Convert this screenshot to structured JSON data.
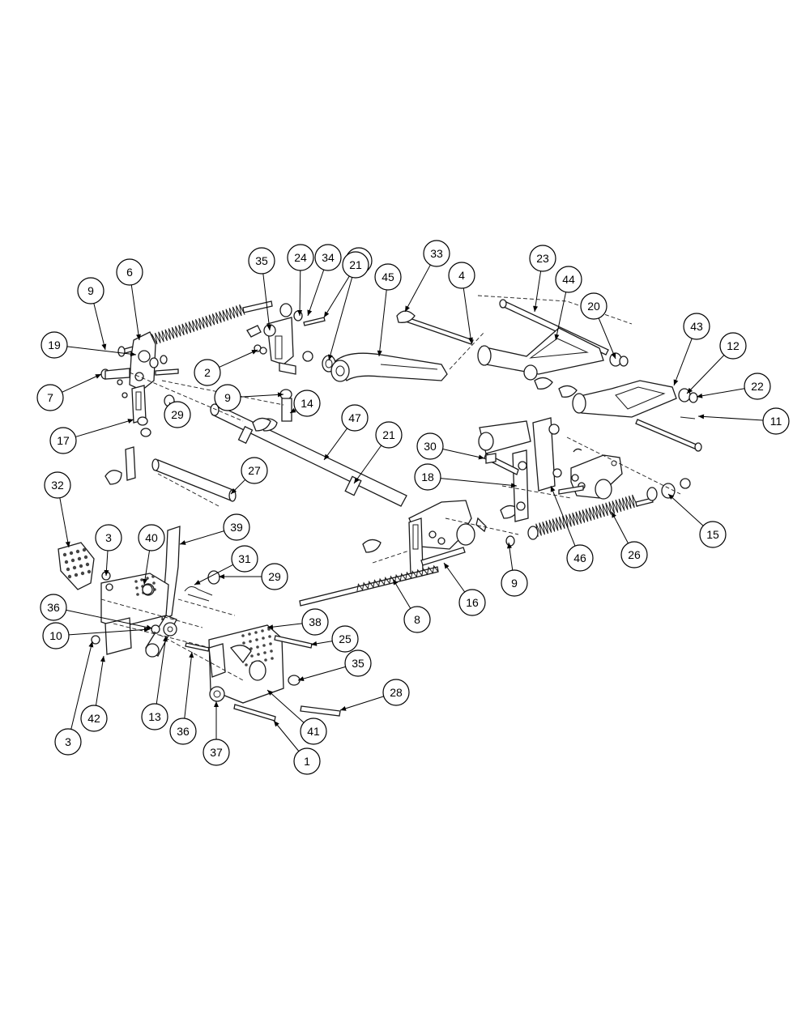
{
  "callouts": [
    {
      "label": "1"
    },
    {
      "label": "2"
    },
    {
      "label": "3"
    },
    {
      "label": "3"
    },
    {
      "label": "4"
    },
    {
      "label": "5"
    },
    {
      "label": "6"
    },
    {
      "label": "7"
    },
    {
      "label": "8"
    },
    {
      "label": "9"
    },
    {
      "label": "9"
    },
    {
      "label": "9"
    },
    {
      "label": "10"
    },
    {
      "label": "11"
    },
    {
      "label": "12"
    },
    {
      "label": "13"
    },
    {
      "label": "14"
    },
    {
      "label": "15"
    },
    {
      "label": "16"
    },
    {
      "label": "17"
    },
    {
      "label": "18"
    },
    {
      "label": "19"
    },
    {
      "label": "20"
    },
    {
      "label": "21"
    },
    {
      "label": "21"
    },
    {
      "label": "22"
    },
    {
      "label": "23"
    },
    {
      "label": "24"
    },
    {
      "label": "25"
    },
    {
      "label": "26"
    },
    {
      "label": "27"
    },
    {
      "label": "28"
    },
    {
      "label": "29"
    },
    {
      "label": "29"
    },
    {
      "label": "30"
    },
    {
      "label": "31"
    },
    {
      "label": "32"
    },
    {
      "label": "33"
    },
    {
      "label": "34"
    },
    {
      "label": "35"
    },
    {
      "label": "35"
    },
    {
      "label": "36"
    },
    {
      "label": "36"
    },
    {
      "label": "37"
    },
    {
      "label": "38"
    },
    {
      "label": "39"
    },
    {
      "label": "40"
    },
    {
      "label": "41"
    },
    {
      "label": "42"
    },
    {
      "label": "43"
    },
    {
      "label": "44"
    },
    {
      "label": "45"
    },
    {
      "label": "46"
    },
    {
      "label": "47"
    }
  ]
}
